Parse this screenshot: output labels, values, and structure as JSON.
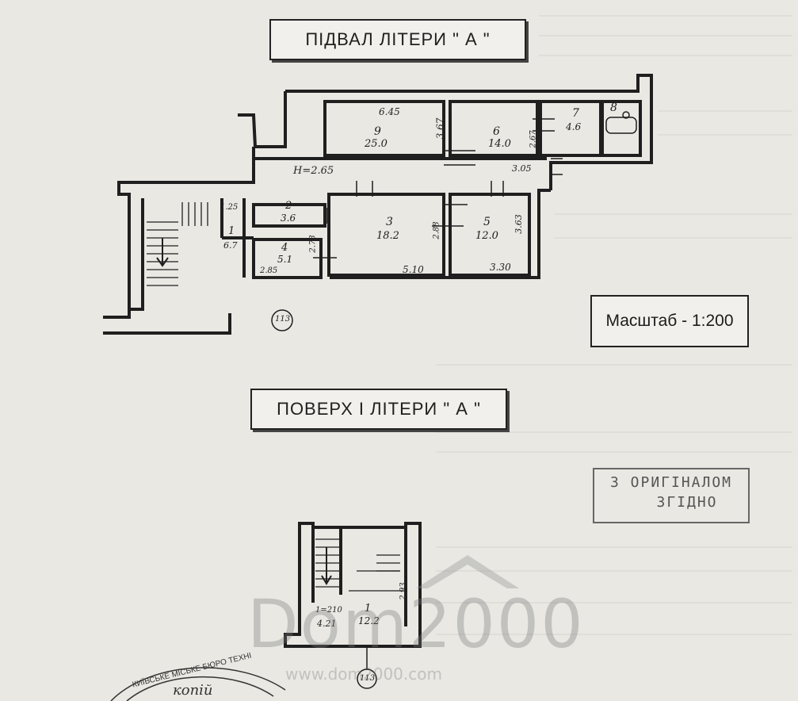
{
  "basement": {
    "title": "ПІДВАЛ ЛІТЕРИ \" А \"",
    "height_note": "Н=2.65",
    "building_number": "113",
    "rooms": [
      {
        "id": "room-9",
        "number": "9",
        "area": "25.0"
      },
      {
        "id": "room-6",
        "number": "6",
        "area": "14.0"
      },
      {
        "id": "room-7",
        "number": "7",
        "area": "4.6"
      },
      {
        "id": "room-8",
        "number": "8",
        "area": ""
      },
      {
        "id": "room-2",
        "number": "2",
        "area": "3.6"
      },
      {
        "id": "room-3",
        "number": "3",
        "area": "18.2"
      },
      {
        "id": "room-5",
        "number": "5",
        "area": "12.0"
      },
      {
        "id": "room-4",
        "number": "4",
        "area": "5.1"
      },
      {
        "id": "room-1",
        "number": "1",
        "area": "6.7"
      }
    ],
    "dimensions": {
      "d_645": "6.45",
      "d_367": "3.67",
      "d_267": "2.67",
      "d_305": "3.05",
      "d_125": "1.25",
      "d_288": "2.88",
      "d_363": "3.63",
      "d_278": "2.78",
      "d_285": "2.85",
      "d_510": "5.10",
      "d_330": "3.30"
    }
  },
  "scale_label": "Масштаб - 1:200",
  "first_floor": {
    "title": "ПОВЕРХ І ЛІТЕРИ \" А \"",
    "room_number": "1",
    "room_area": "12.2",
    "dim_left_top": "1=210",
    "dim_left_bottom": "4.21",
    "dim_right": "2.93",
    "building_number": "113"
  },
  "stamp": {
    "line1": "З ОРИГІНАЛОМ",
    "line2": "ЗГІДНО"
  },
  "seal_text": "КИЇВСЬКЕ МІСЬКЕ БЮРО ТЕХНІ",
  "seal_bottom": "копій",
  "watermark": {
    "logo": "Dom2000",
    "url": "www.dom2000.com"
  }
}
